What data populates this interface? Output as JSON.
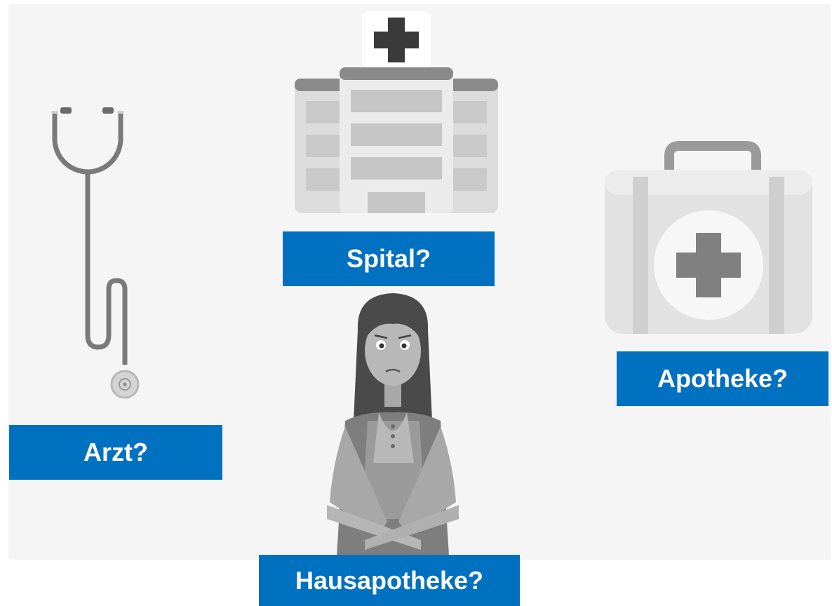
{
  "labels": {
    "spital": "Spital?",
    "arzt": "Arzt?",
    "apotheke": "Apotheke?",
    "hausapotheke": "Hausapotheke?"
  },
  "icons": [
    "stethoscope-icon",
    "hospital-icon",
    "first-aid-kit-icon",
    "worried-woman-figure"
  ],
  "colors": {
    "label_bg": "#0070c0",
    "label_text": "#ffffff",
    "panel_bg": "#f5f5f5"
  }
}
